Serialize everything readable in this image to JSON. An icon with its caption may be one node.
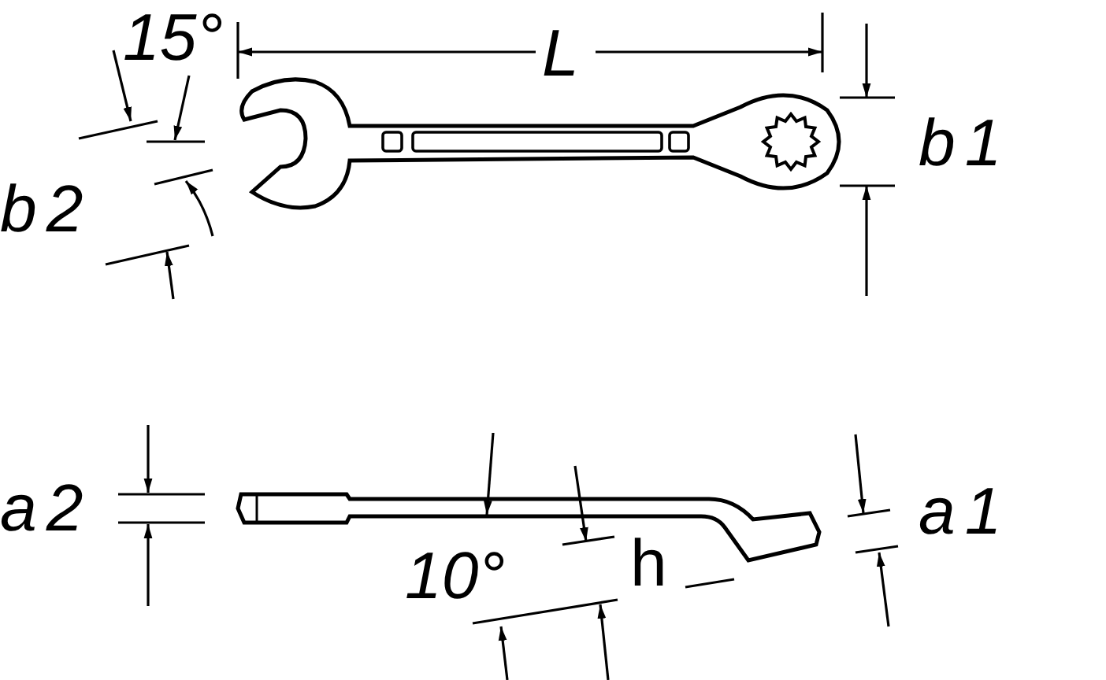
{
  "diagram": {
    "labels": [
      "15°",
      "L",
      "b1",
      "b2",
      "a2",
      "a1",
      "10°",
      "h"
    ]
  }
}
